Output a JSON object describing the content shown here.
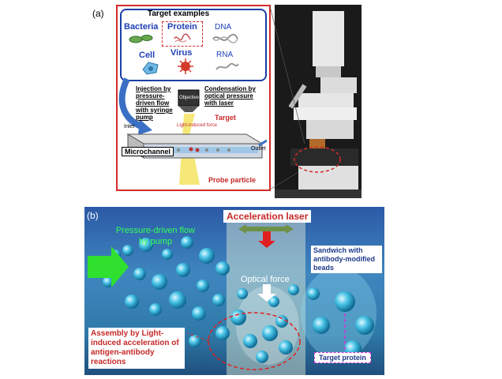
{
  "panel_a": {
    "label": "(a)",
    "targets_title": "Target examples",
    "bacteria": "Bacteria",
    "protein": "Protein",
    "dna": "DNA",
    "cell": "Cell",
    "virus": "Virus",
    "rna": "RNA",
    "injection": "Injection by pressure-driven flow with syringe pump",
    "condensation": "Condensation by optical pressure with laser",
    "objective": "Objective",
    "light_force": "Light-induced force",
    "target": "Target",
    "inlet": "Inlet",
    "outlet": "Outlet",
    "microchannel": "Microchannel",
    "probe": "Probe particle"
  },
  "panel_b": {
    "label": "(b)",
    "acceleration_laser": "Acceleration laser",
    "flow": "Pressure-driven flow by pump",
    "sandwich": "Sandwich with antibody-modified beads",
    "optical_force": "Optical force",
    "assembly": "Assembly by Light-induced acceleration of antigen-antibody reactions",
    "target_protein": "Target protein"
  }
}
